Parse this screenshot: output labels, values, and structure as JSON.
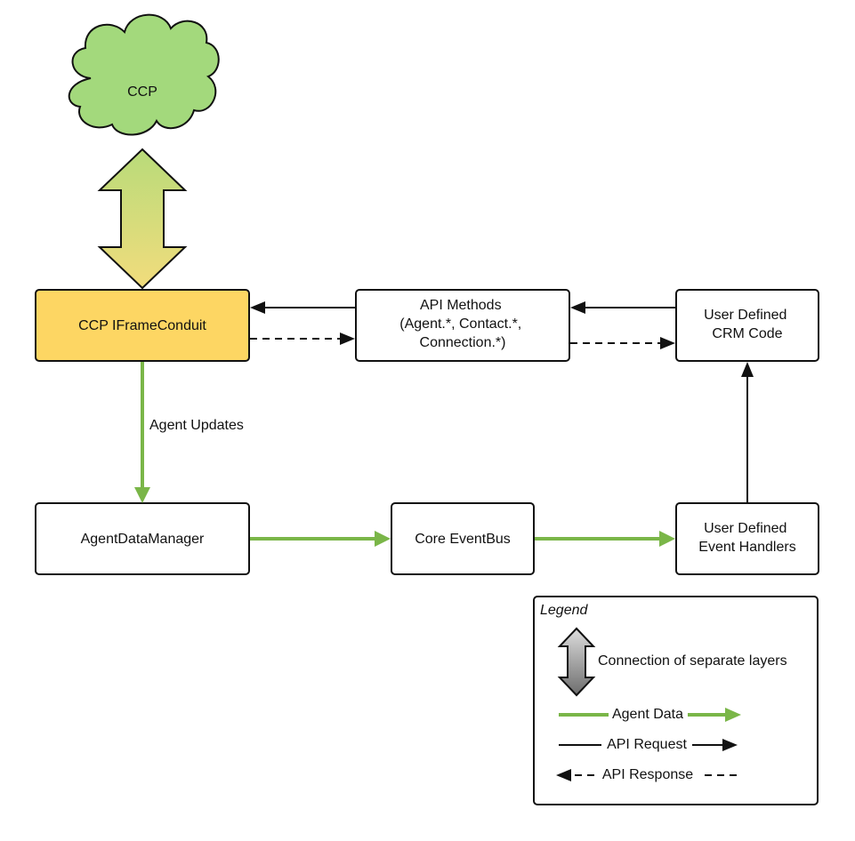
{
  "colors": {
    "cloud_fill": "#a3d97c",
    "conduit_fill": "#fdd663",
    "agent_data_line": "#7ab648",
    "arrow_gradient_top": "#b8db7a",
    "arrow_gradient_bottom": "#f2dc7c",
    "legend_arrow_top": "#dddddd",
    "legend_arrow_bottom": "#6d6d6d",
    "stroke": "#111111"
  },
  "nodes": {
    "ccp": "CCP",
    "iframe_conduit": "CCP IFrameConduit",
    "api_methods": [
      "API Methods",
      "(Agent.*, Contact.*,",
      "Connection.*)"
    ],
    "user_crm": [
      "User Defined",
      "CRM Code"
    ],
    "agent_data_manager": "AgentDataManager",
    "core_eventbus": "Core EventBus",
    "user_handlers": [
      "User Defined",
      "Event Handlers"
    ]
  },
  "edge_labels": {
    "agent_updates": "Agent Updates"
  },
  "legend": {
    "title": "Legend",
    "connection": "Connection of separate layers",
    "agent_data": "Agent Data",
    "api_request": "API Request",
    "api_response": "API Response"
  }
}
